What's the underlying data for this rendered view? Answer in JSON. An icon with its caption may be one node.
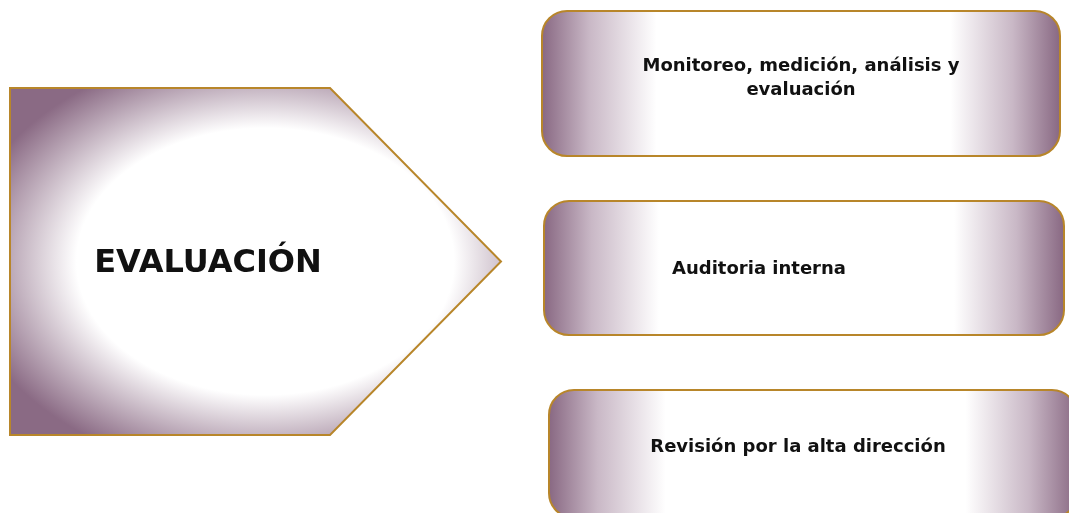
{
  "diagram": {
    "nodes": [
      {
        "text": [
          "EVALUACIÓN"
        ]
      },
      {
        "text": [
          "Monitoreo, medición, análisis y evaluación"
        ]
      },
      {
        "text": [
          "Auditoria interna"
        ]
      },
      {
        "text": [
          "Revisión por la alta dirección"
        ]
      }
    ]
  }
}
